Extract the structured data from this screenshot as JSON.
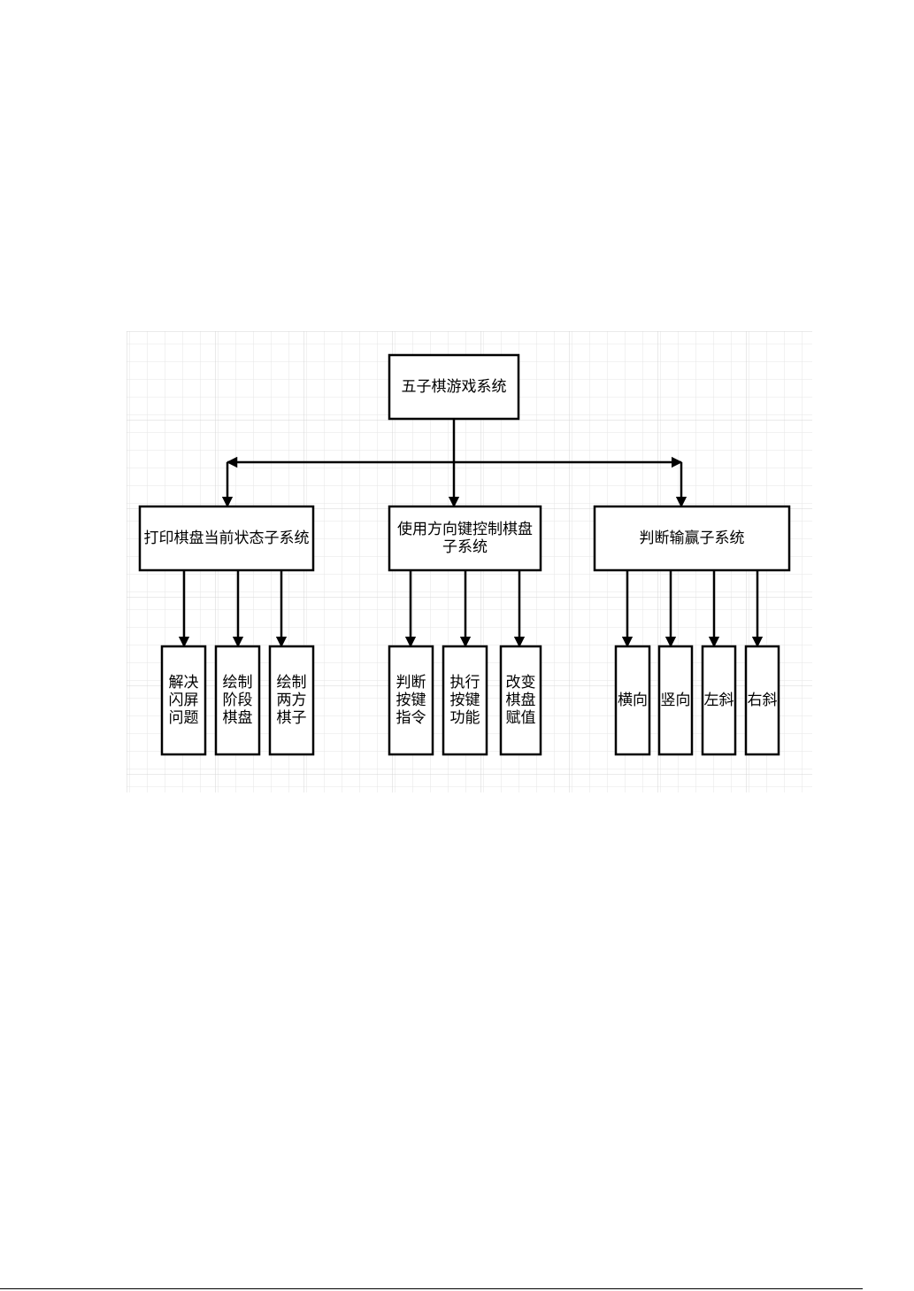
{
  "diagram": {
    "root": {
      "lines": [
        "五子棋游戏系统"
      ]
    },
    "subsystems": [
      {
        "lines": [
          "打印棋盘当前状态子系统"
        ],
        "children": [
          {
            "lines": [
              "解决",
              "闪屏",
              "问题"
            ]
          },
          {
            "lines": [
              "绘制",
              "阶段",
              "棋盘"
            ]
          },
          {
            "lines": [
              "绘制",
              "两方",
              "棋子"
            ]
          }
        ]
      },
      {
        "lines": [
          "使用方向键控制棋盘",
          "子系统"
        ],
        "children": [
          {
            "lines": [
              "判断",
              "按键",
              "指令"
            ]
          },
          {
            "lines": [
              "执行",
              "按键",
              "功能"
            ]
          },
          {
            "lines": [
              "改变",
              "棋盘",
              "赋值"
            ]
          }
        ]
      },
      {
        "lines": [
          "判断输赢子系统"
        ],
        "children": [
          {
            "lines": [
              "横向"
            ]
          },
          {
            "lines": [
              "竖向"
            ]
          },
          {
            "lines": [
              "左斜"
            ]
          },
          {
            "lines": [
              "右斜"
            ]
          }
        ]
      }
    ]
  }
}
